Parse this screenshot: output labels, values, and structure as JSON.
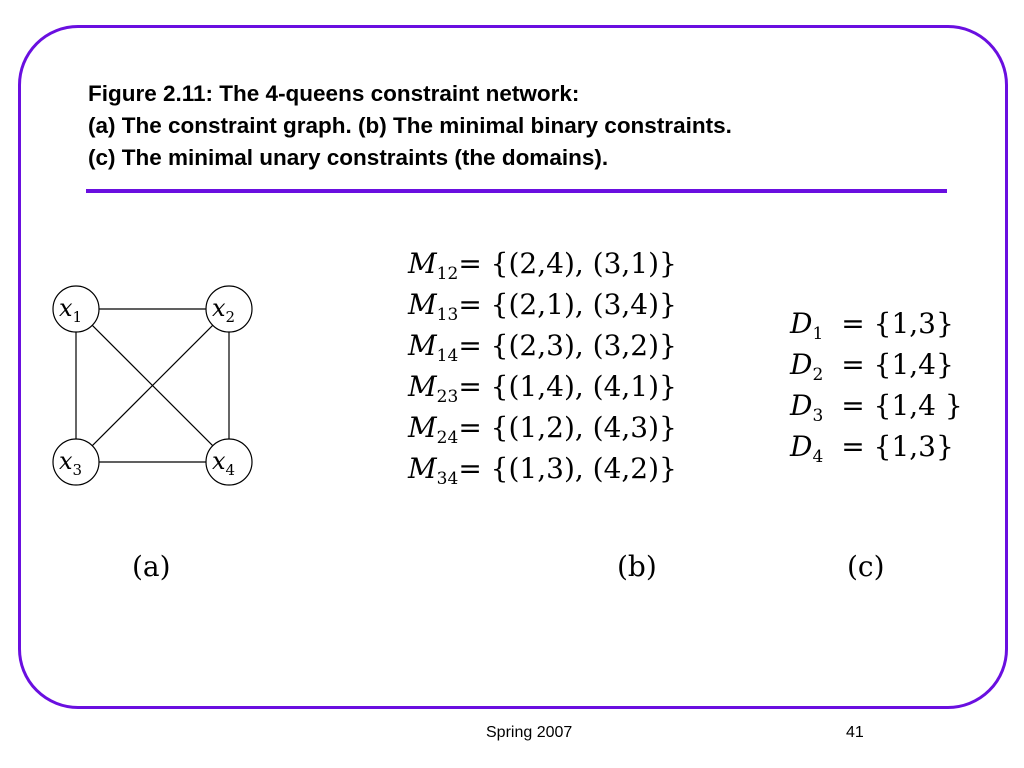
{
  "title": {
    "line1": "Figure 2.11: The 4-queens constraint network:",
    "line2": "(a) The constraint graph. (b) The minimal binary constraints.",
    "line3": "(c) The minimal unary constraints (the domains)."
  },
  "graph": {
    "nodes": [
      {
        "id": "x1",
        "base": "x",
        "sub": "1"
      },
      {
        "id": "x2",
        "base": "x",
        "sub": "2"
      },
      {
        "id": "x3",
        "base": "x",
        "sub": "3"
      },
      {
        "id": "x4",
        "base": "x",
        "sub": "4"
      }
    ],
    "edges": [
      [
        "x1",
        "x2"
      ],
      [
        "x1",
        "x3"
      ],
      [
        "x1",
        "x4"
      ],
      [
        "x2",
        "x3"
      ],
      [
        "x2",
        "x4"
      ],
      [
        "x3",
        "x4"
      ]
    ]
  },
  "binary_constraints": [
    {
      "name": "M",
      "sub": "12",
      "rhs": "= {(2,4), (3,1)}"
    },
    {
      "name": "M",
      "sub": "13",
      "rhs": "= {(2,1), (3,4)}"
    },
    {
      "name": "M",
      "sub": "14",
      "rhs": "= {(2,3), (3,2)}"
    },
    {
      "name": "M",
      "sub": "23",
      "rhs": "= {(1,4), (4,1)}"
    },
    {
      "name": "M",
      "sub": "24",
      "rhs": "= {(1,2), (4,3)}"
    },
    {
      "name": "M",
      "sub": "34",
      "rhs": "= {(1,3), (4,2)}"
    }
  ],
  "domains": [
    {
      "name": "D",
      "sub": "1",
      "rhs": "= {1,3}"
    },
    {
      "name": "D",
      "sub": "2",
      "rhs": "= {1,4}"
    },
    {
      "name": "D",
      "sub": "3",
      "rhs": "= {1,4 }"
    },
    {
      "name": "D",
      "sub": "4",
      "rhs": "= {1,3}"
    }
  ],
  "labels": {
    "a": "(a)",
    "b": "(b)",
    "c": "(c)"
  },
  "footer": {
    "left": "Spring 2007",
    "page": "41"
  },
  "colors": {
    "frame": "#6a0fe0",
    "rule": "#6a0fe0"
  }
}
